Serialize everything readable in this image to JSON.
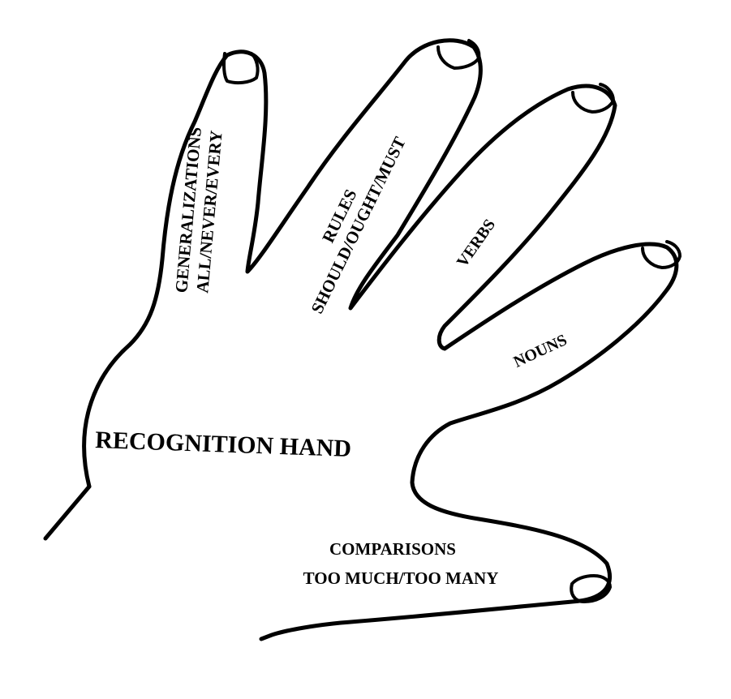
{
  "diagram": {
    "title": "RECOGNITION HAND",
    "fingers": [
      {
        "id": "index",
        "lines": [
          "GENERALIZATIONS",
          "ALL/NEVER/EVERY"
        ]
      },
      {
        "id": "middle",
        "lines": [
          "RULES",
          "SHOULD/OUGHT/MUST"
        ]
      },
      {
        "id": "ring",
        "lines": [
          "VERBS"
        ]
      },
      {
        "id": "pinky",
        "lines": [
          "NOUNS"
        ]
      },
      {
        "id": "thumb",
        "lines": [
          "COMPARISONS",
          "TOO MUCH/TOO MANY"
        ]
      }
    ]
  }
}
